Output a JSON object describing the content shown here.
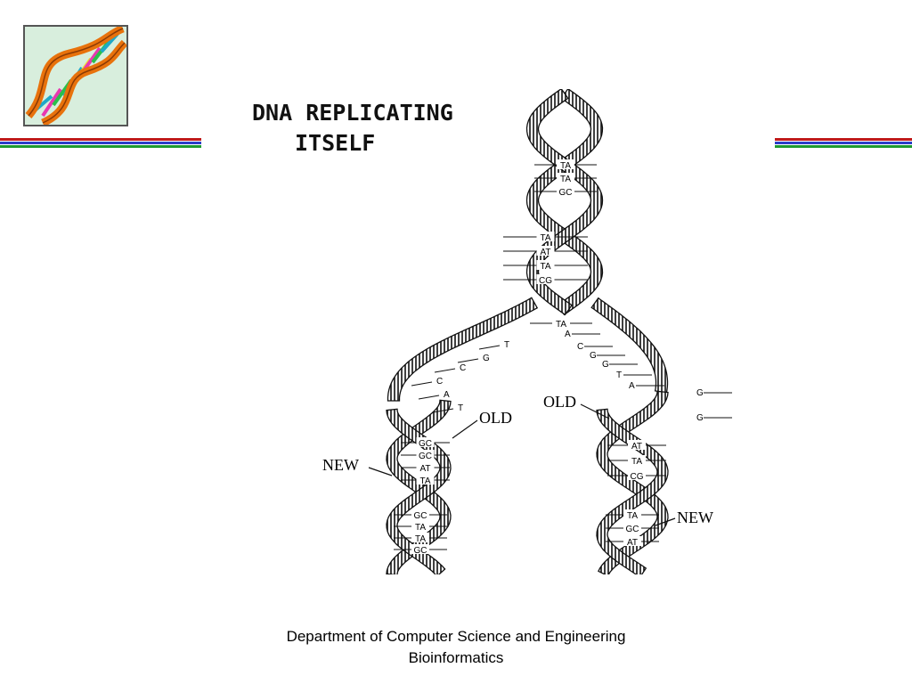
{
  "diagram": {
    "title_line1": "DNA REPLICATING",
    "title_line2": "ITSELF",
    "top_pairs": [
      "TA",
      "TA",
      "GC",
      "TA",
      "AT",
      "TA",
      "CG",
      "TA"
    ],
    "left_single": [
      "T",
      "G",
      "C",
      "C",
      "A",
      "T"
    ],
    "right_single": [
      "A",
      "C",
      "G",
      "G",
      "T",
      "A",
      "G",
      "G"
    ],
    "left_pairs": [
      "GC",
      "GC",
      "AT",
      "TA",
      "GC",
      "TA",
      "TA",
      "GC"
    ],
    "right_pairs": [
      "AT",
      "TA",
      "CG",
      "TA",
      "GC",
      "AT"
    ],
    "label_old_left": "OLD",
    "label_old_right": "OLD",
    "label_new_left": "NEW",
    "label_new_right": "NEW"
  },
  "footer": {
    "line1": "Department of Computer Science and Engineering",
    "line2": "Bioinformatics"
  },
  "colors": {
    "stripe_red": "#c01a1a",
    "stripe_blue": "#2a3ec8",
    "stripe_green": "#1e9a30",
    "logo_strand": "#e8720c",
    "logo_bg": "#d8eedd"
  }
}
